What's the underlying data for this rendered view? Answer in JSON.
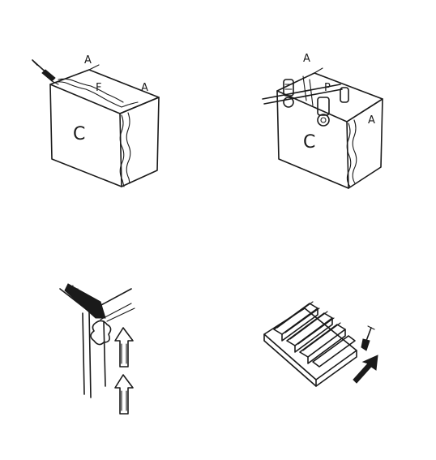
{
  "panels": {
    "glue_panel": {
      "face_label": "C",
      "top_label_a": "A",
      "top_label_f": "F",
      "side_label_a": "A"
    },
    "clamp_panel": {
      "top_label_a": "A",
      "top_label_p": "P",
      "face_label": "C",
      "side_label_a": "A"
    },
    "sanding_panel": {},
    "grooved_block_panel": {}
  }
}
